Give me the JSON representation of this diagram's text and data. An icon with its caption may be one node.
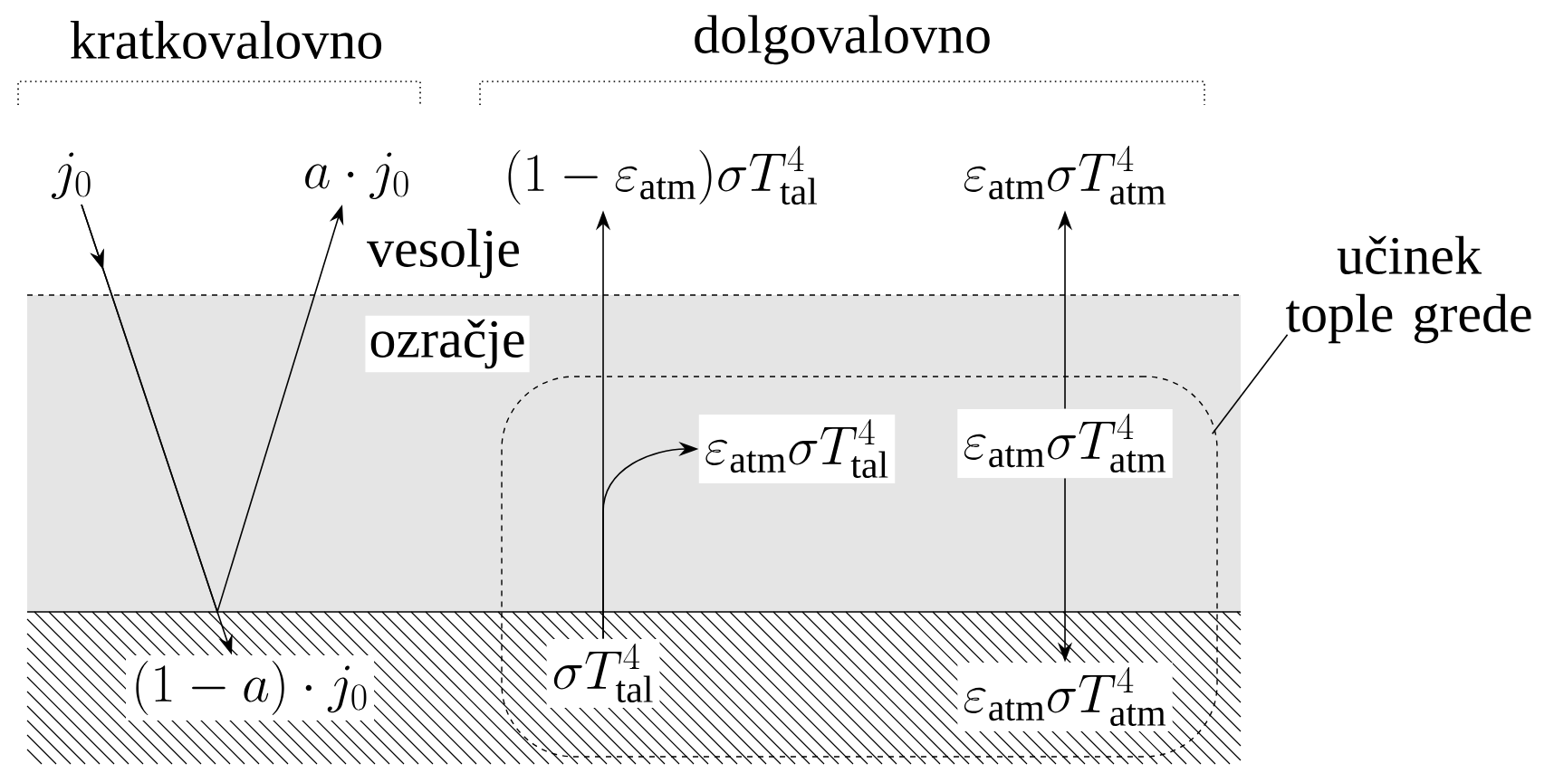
{
  "diagram": {
    "nodes": [
      {
        "text": [
          "j_0"
        ]
      },
      {
        "text": [
          "a\\cdot j_0"
        ]
      },
      {
        "text": [
          "(1-\\varepsilon_{\\mathrm{atm}})\\sigma T_{\\mathrm{tal}}^4"
        ]
      },
      {
        "text": [
          "\\varepsilon_{\\mathrm{atm}}\\sigma T_{\\mathrm{atm}}^4"
        ]
      },
      {
        "text": [
          "učinek tople grede"
        ]
      },
      {
        "text": [],
        "shape": "box"
      },
      {
        "text": [
          "\\varepsilon_{\\mathrm{atm}}\\sigma T_{\\mathrm{tal}}^4"
        ],
        "in": 5
      },
      {
        "text": [
          "\\varepsilon_{\\mathrm{atm}}\\sigma T_{\\mathrm{atm}}^4"
        ],
        "in": 5
      },
      {
        "text": [
          "\\sigma T_{\\mathrm{tal}}^4"
        ],
        "in": 5
      },
      {
        "text": [
          "(1-a)\\cdot j_0"
        ]
      },
      {
        "text": [
          "\\varepsilon_{\\mathrm{atm}}\\sigma T_{\\mathrm{atm}}^4"
        ],
        "in": 5
      }
    ],
    "edges": [
      {
        "from": 0,
        "to": 1,
        "arrow": "to"
      },
      {
        "from": 0,
        "to": 9,
        "arrow": "to"
      },
      {
        "from": 8,
        "to": 2,
        "arrow": "to"
      },
      {
        "from": 8,
        "to": 6,
        "arrow": "to"
      },
      {
        "from": 7,
        "to": 3,
        "arrow": "to"
      },
      {
        "from": 7,
        "to": 10,
        "arrow": "to"
      },
      {
        "from": 4,
        "to": 5,
        "arrow": "none"
      }
    ],
    "labels": [
      "kratkovalovno",
      "dolgovalovno",
      "vesolje",
      "ozračje"
    ]
  }
}
